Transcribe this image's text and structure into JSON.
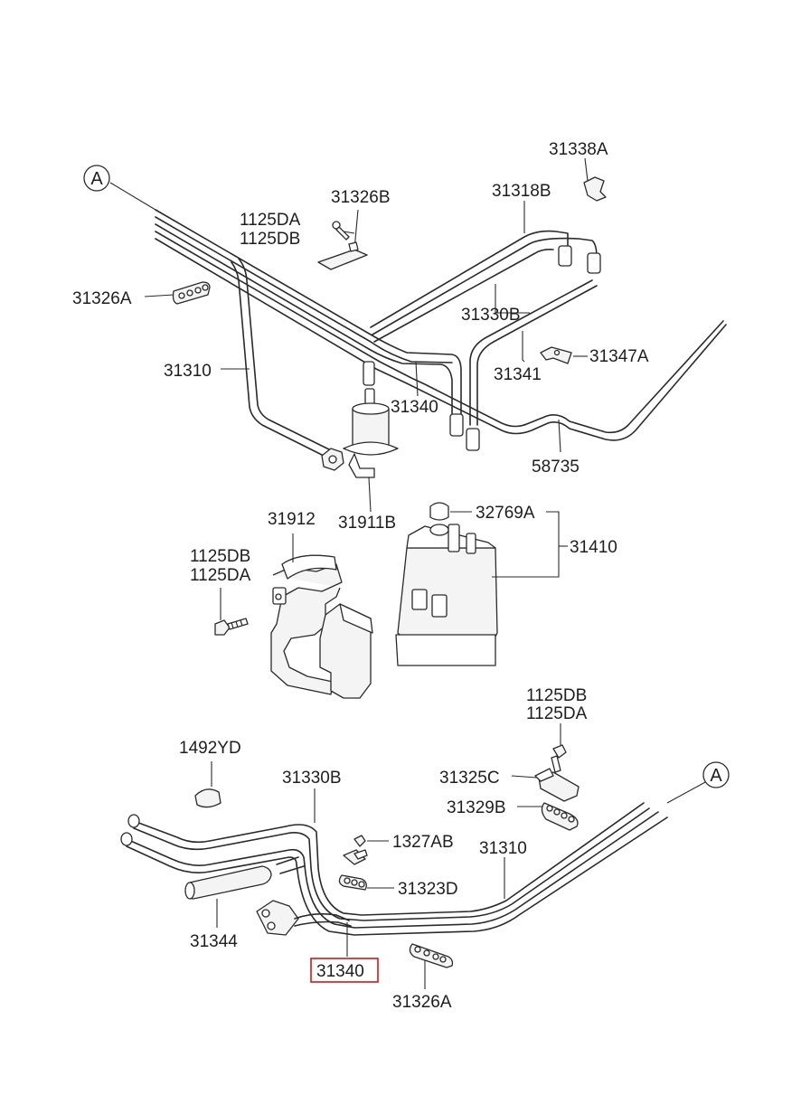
{
  "refs": {
    "top": "A",
    "bottom": "A"
  },
  "labels": {
    "l31338A": "31338A",
    "l31318B": "31318B",
    "l31326B": "31326B",
    "l1125DA_1": "1125DA",
    "l1125DB_1": "1125DB",
    "l31326A_1": "31326A",
    "l31330B_1": "31330B",
    "l31341": "31341",
    "l31347A": "31347A",
    "l31310_1": "31310",
    "l31340_1": "31340",
    "l58735": "58735",
    "l31911B": "31911B",
    "l31912": "31912",
    "l32769A": "32769A",
    "l31410": "31410",
    "l1125DB_2": "1125DB",
    "l1125DA_2": "1125DA",
    "l1125DB_3": "1125DB",
    "l1125DA_3": "1125DA",
    "l1492YD": "1492YD",
    "l31330B_2": "31330B",
    "l31325C": "31325C",
    "l31329B": "31329B",
    "l1327AB": "1327AB",
    "l31310_2": "31310",
    "l31323D": "31323D",
    "l31344": "31344",
    "l31340_2": "31340",
    "l31326A_2": "31326A"
  },
  "highlight_color": "#d01818"
}
